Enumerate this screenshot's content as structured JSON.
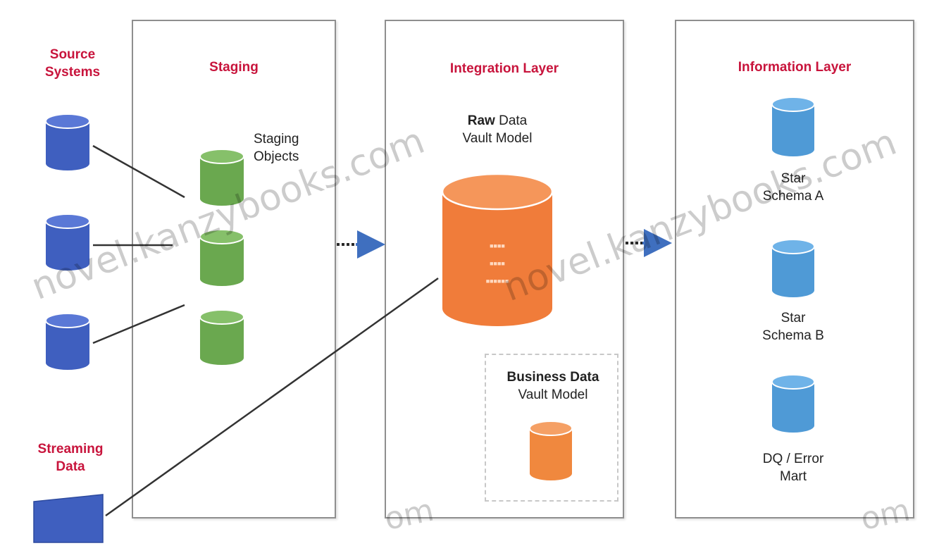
{
  "source": {
    "heading_line1": "Source",
    "heading_line2": "Systems"
  },
  "streaming": {
    "heading_line1": "Streaming",
    "heading_line2": "Data"
  },
  "staging": {
    "heading": "Staging",
    "objects_line1": "Staging",
    "objects_line2": "Objects"
  },
  "integration": {
    "heading": "Integration Layer",
    "raw_bold": "Raw",
    "raw_rest": " Data",
    "raw_line2": "Vault Model",
    "bdv_line1": "Business Data",
    "bdv_line2": "Vault Model"
  },
  "information": {
    "heading": "Information Layer",
    "star_a_line1": "Star",
    "star_a_line2": "Schema A",
    "star_b_line1": "Star",
    "star_b_line2": "Schema B",
    "dq_line1": "DQ / Error",
    "dq_line2": "Mart"
  },
  "watermarks": [
    "novel.kanzybooks.com",
    "novel.kanzybooks.com",
    "om",
    "om"
  ],
  "colors": {
    "heading": "#c8143c",
    "source_db": "#3f5fbf",
    "staging_db": "#6aa84f",
    "raw_vault_db": "#f07c3a",
    "business_vault_db": "#f0883e",
    "info_db": "#4f9ad6",
    "arrow": "#3f6fbf",
    "line": "#333333"
  }
}
